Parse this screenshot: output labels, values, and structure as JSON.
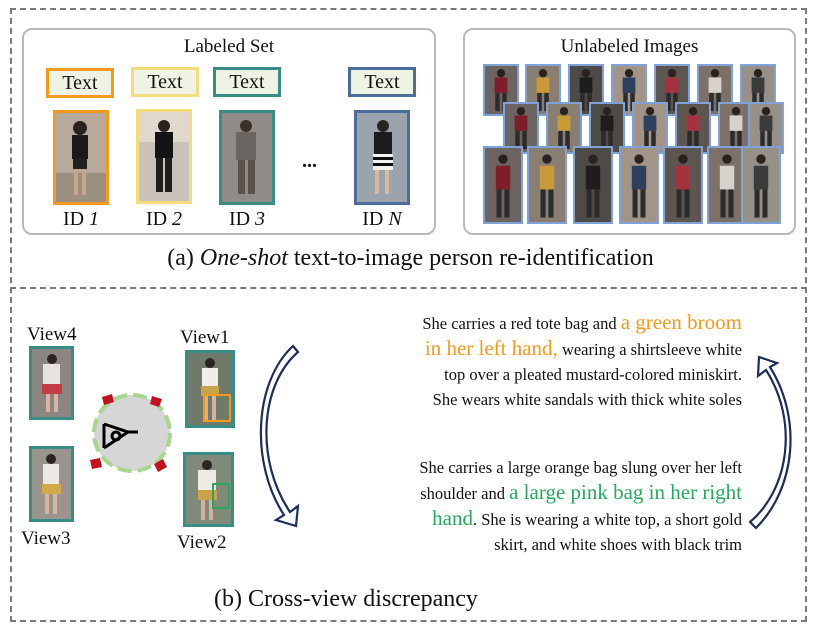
{
  "panel_a": {
    "labeled_title": "Labeled Set",
    "unlabeled_title": "Unlabeled Images",
    "text_tags": [
      "Text",
      "Text",
      "Text",
      "Text"
    ],
    "ids": [
      {
        "prefix": "ID",
        "num": "1"
      },
      {
        "prefix": "ID",
        "num": "2"
      },
      {
        "prefix": "ID",
        "num": "3"
      },
      {
        "prefix": "ID",
        "num": "N"
      }
    ],
    "ellipsis": "...",
    "caption": {
      "prefix": "(a) ",
      "italic": "One-shot",
      "rest": " text-to-image person re-identification"
    }
  },
  "panel_b": {
    "views": [
      "View4",
      "View1",
      "View3",
      "View2"
    ],
    "desc1": {
      "pre": "She carries a red tote bag and ",
      "hl_line1": "a green broom",
      "hl_line2": "in her left hand,",
      "post_line2": " wearing a shirtsleeve white",
      "line3": "top over a pleated mustard-colored miniskirt.",
      "line4": "She wears white sandals with thick white soles"
    },
    "desc2": {
      "line1": "She carries a large orange bag slung over her left",
      "pre_line2": "shoulder and ",
      "hl_line2": "a large pink bag in her right",
      "hl_line3": "hand",
      "post_line3": ". She is wearing a white top, a short gold",
      "line4": "skirt, and white shoes with black trim"
    },
    "caption": "(b) Cross-view discrepancy"
  },
  "colors": {
    "orange": "#f39a1e",
    "yellow": "#f2dc7c",
    "teal": "#3a8c86",
    "blue": "#4a6d9a",
    "green": "#27a85c",
    "navy": "#1c2d57"
  }
}
